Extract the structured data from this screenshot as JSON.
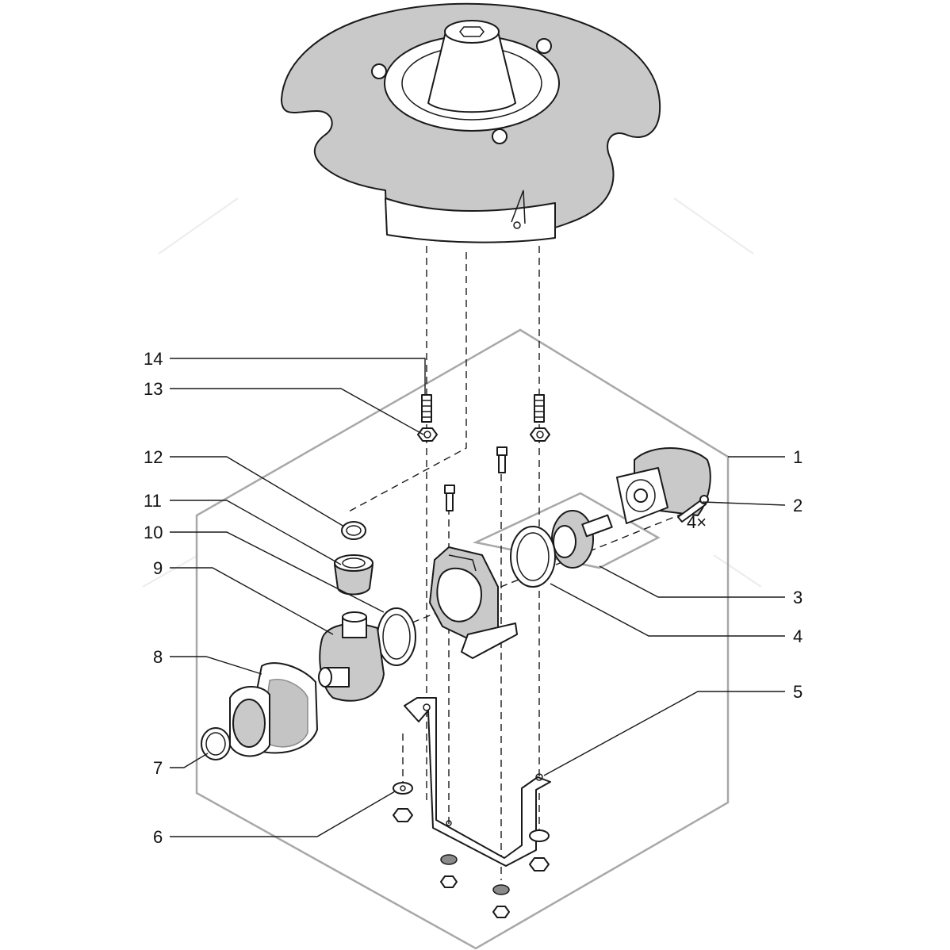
{
  "callouts": [
    {
      "id": "1",
      "label": "1"
    },
    {
      "id": "2",
      "label": "2"
    },
    {
      "id": "3",
      "label": "3"
    },
    {
      "id": "4",
      "label": "4"
    },
    {
      "id": "5",
      "label": "5"
    },
    {
      "id": "6",
      "label": "6"
    },
    {
      "id": "7",
      "label": "7"
    },
    {
      "id": "8",
      "label": "8"
    },
    {
      "id": "9",
      "label": "9"
    },
    {
      "id": "10",
      "label": "10"
    },
    {
      "id": "11",
      "label": "11"
    },
    {
      "id": "12",
      "label": "12"
    },
    {
      "id": "13",
      "label": "13"
    },
    {
      "id": "14",
      "label": "14"
    }
  ],
  "quantity_note": "4×",
  "colors": {
    "ink": "#1a1a1a",
    "frame": "#a8a8a8",
    "body_fill": "#c9c9c9"
  }
}
